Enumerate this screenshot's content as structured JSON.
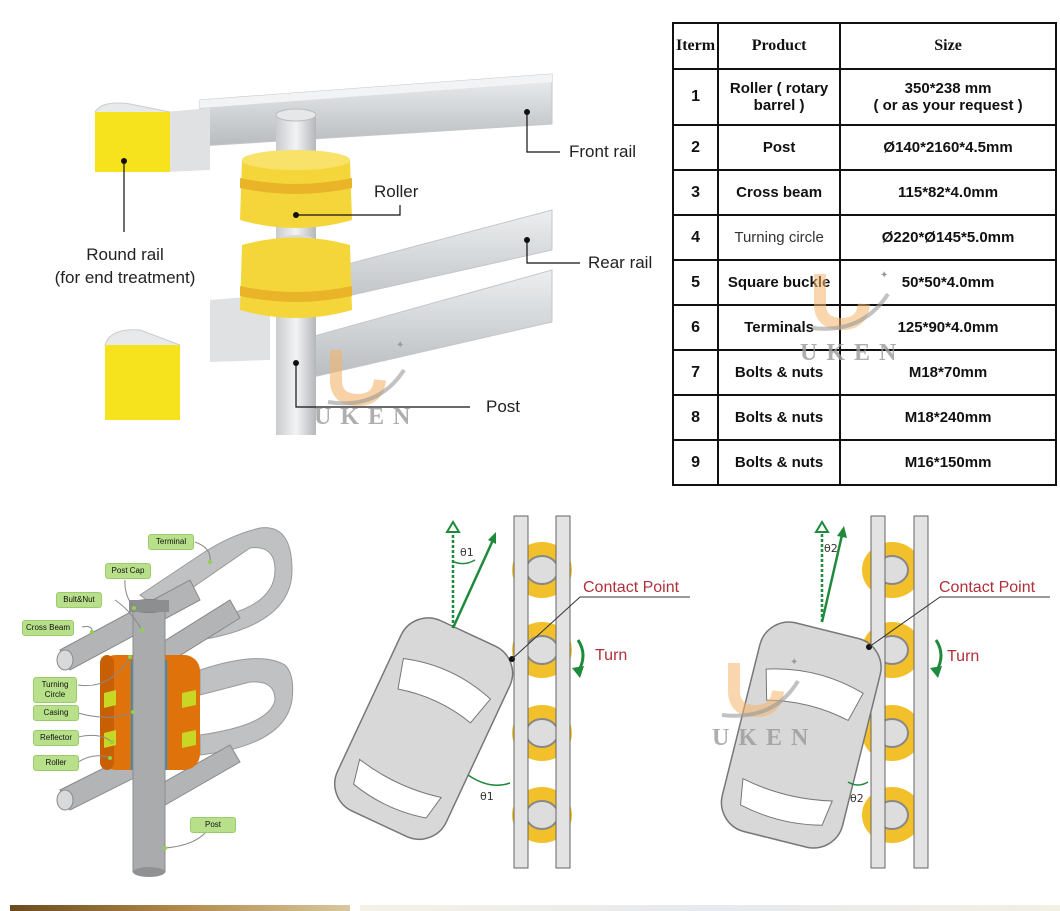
{
  "top_diagram": {
    "labels": {
      "round_rail": "Round rail",
      "round_rail_sub": "(for end treatment)",
      "roller": "Roller",
      "front_rail": "Front rail",
      "rear_rail": "Rear rail",
      "post": "Post"
    },
    "colors": {
      "roller": "#f5d63a",
      "rail": "#d4d6d8",
      "end_cap": "#f7e21e"
    }
  },
  "watermark": {
    "brand": "UKEN"
  },
  "spec_table": {
    "headers": [
      "Iterm",
      "Product",
      "Size"
    ],
    "rows": [
      {
        "item": "1",
        "product": "Roller ( rotary barrel )",
        "size_line1": "350*238 mm",
        "size_line2": "( or as your request )"
      },
      {
        "item": "2",
        "product": "Post",
        "size_line1": "Ø140*2160*4.5mm"
      },
      {
        "item": "3",
        "product": "Cross beam",
        "size_line1": "115*82*4.0mm"
      },
      {
        "item": "4",
        "product": "Turning circle",
        "size_line1": "Ø220*Ø145*5.0mm"
      },
      {
        "item": "5",
        "product": "Square buckle",
        "size_line1": "50*50*4.0mm"
      },
      {
        "item": "6",
        "product": "Terminals",
        "size_line1": "125*90*4.0mm"
      },
      {
        "item": "7",
        "product": "Bolts & nuts",
        "size_line1": "M18*70mm"
      },
      {
        "item": "8",
        "product": "Bolts & nuts",
        "size_line1": "M18*240mm"
      },
      {
        "item": "9",
        "product": "Bolts & nuts",
        "size_line1": "M16*150mm"
      }
    ]
  },
  "exploded_diagram": {
    "tags": {
      "terminal": "Terminal",
      "post_cap": "Post Cap",
      "bolt_nut": "Bult&Nut",
      "cross_beam": "Cross Beam",
      "turning_circle": "Turning Circle",
      "casing": "Casing",
      "reflector": "Reflector",
      "roller": "Roller",
      "post": "Post"
    },
    "colors": {
      "tag_bg": "#b8e08a",
      "roller": "#e0720c",
      "metal": "#a9abad"
    }
  },
  "impact_diagrams": [
    {
      "contact_label": "Contact Point",
      "turn_label": "Turn",
      "angle_label": "θ1"
    },
    {
      "contact_label": "Contact Point",
      "turn_label": "Turn",
      "angle_label": "θ2"
    }
  ]
}
